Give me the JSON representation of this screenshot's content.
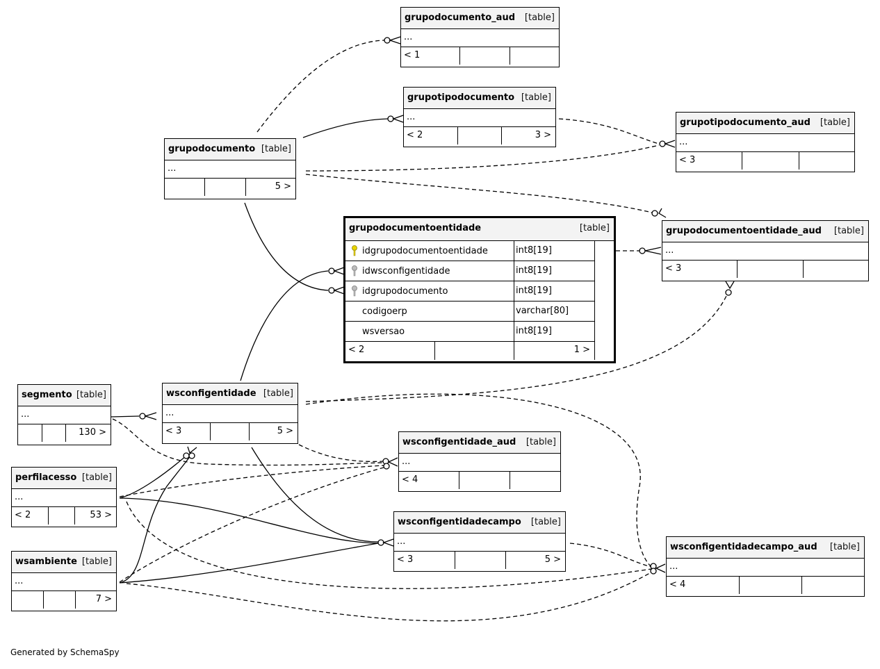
{
  "tables": {
    "grupodocumento_aud": {
      "name": "grupodocumento_aud",
      "type": "[table]",
      "body": "...",
      "footer": [
        "< 1",
        "",
        ""
      ]
    },
    "grupotipodocumento": {
      "name": "grupotipodocumento",
      "type": "[table]",
      "body": "...",
      "footer": [
        "< 2",
        "",
        "3 >"
      ]
    },
    "grupotipodocumento_aud": {
      "name": "grupotipodocumento_aud",
      "type": "[table]",
      "body": "...",
      "footer": [
        "< 3",
        "",
        ""
      ]
    },
    "grupodocumento": {
      "name": "grupodocumento",
      "type": "[table]",
      "body": "...",
      "footer": [
        "",
        "",
        "5 >"
      ]
    },
    "grupodocumentoentidade_aud": {
      "name": "grupodocumentoentidade_aud",
      "type": "[table]",
      "body": "...",
      "footer": [
        "< 3",
        "",
        ""
      ]
    },
    "segmento": {
      "name": "segmento",
      "type": "[table]",
      "body": "...",
      "footer": [
        "",
        "",
        "130 >"
      ]
    },
    "wsconfigentidade": {
      "name": "wsconfigentidade",
      "type": "[table]",
      "body": "...",
      "footer": [
        "< 3",
        "",
        "5 >"
      ]
    },
    "wsconfigentidade_aud": {
      "name": "wsconfigentidade_aud",
      "type": "[table]",
      "body": "...",
      "footer": [
        "< 4",
        "",
        ""
      ]
    },
    "perfilacesso": {
      "name": "perfilacesso",
      "type": "[table]",
      "body": "...",
      "footer": [
        "< 2",
        "",
        "53 >"
      ]
    },
    "wsconfigentidadecampo": {
      "name": "wsconfigentidadecampo",
      "type": "[table]",
      "body": "...",
      "footer": [
        "< 3",
        "",
        "5 >"
      ]
    },
    "wsambiente": {
      "name": "wsambiente",
      "type": "[table]",
      "body": "...",
      "footer": [
        "",
        "",
        "7 >"
      ]
    },
    "wsconfigentidadecampo_aud": {
      "name": "wsconfigentidadecampo_aud",
      "type": "[table]",
      "body": "...",
      "footer": [
        "< 4",
        "",
        ""
      ]
    }
  },
  "focus": {
    "name": "grupodocumentoentidade",
    "type": "[table]",
    "columns": [
      {
        "name": "idgrupodocumentoentidade",
        "type": "int8[19]",
        "key": "primary"
      },
      {
        "name": "idwsconfigentidade",
        "type": "int8[19]",
        "key": "foreign"
      },
      {
        "name": "idgrupodocumento",
        "type": "int8[19]",
        "key": "foreign"
      },
      {
        "name": "codigoerp",
        "type": "varchar[80]",
        "key": "none"
      },
      {
        "name": "wsversao",
        "type": "int8[19]",
        "key": "none"
      }
    ],
    "footer": [
      "< 2",
      "",
      "1 >"
    ]
  },
  "colors": {
    "primary_key": "#e8d400",
    "foreign_key": "#a8a8a8",
    "header_bg": "#f3f3f3"
  },
  "generated_by": "Generated by SchemaSpy"
}
